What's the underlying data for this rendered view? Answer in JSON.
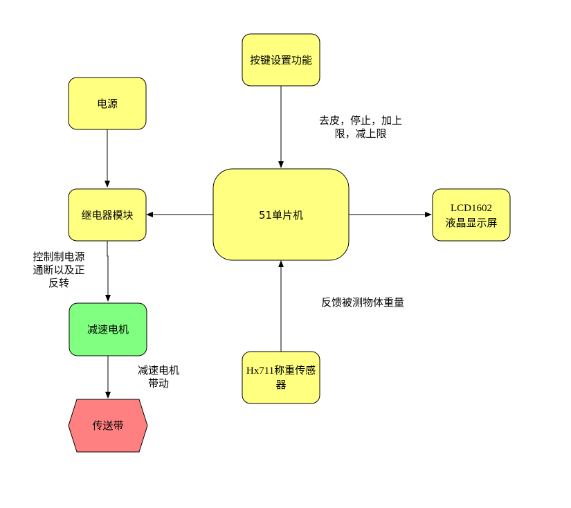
{
  "colors": {
    "box_yellow": "#ffff80",
    "box_green": "#80ff80",
    "box_red": "#ff8080",
    "stroke": "#000000",
    "arrow": "#000000"
  },
  "nodes": {
    "power": "电源",
    "keys": "按键设置功能",
    "relay": "继电器模块",
    "mcu": "51单片机",
    "lcd_line1": "LCD1602",
    "lcd_line2": "液晶显示屏",
    "motor": "减速电机",
    "sensor_line1": "Hx711称重传感",
    "sensor_line2": "器",
    "belt": "传送带"
  },
  "labels": {
    "keys_line1": "去皮，停止，加上",
    "keys_line2": "限，减上限",
    "relay_line1": "控制制电源",
    "relay_line2": "通断以及正",
    "relay_line3": "反转",
    "sensor_line1": "反馈被测物体重量",
    "motor_line1": "减速电机",
    "motor_line2": "带动"
  }
}
